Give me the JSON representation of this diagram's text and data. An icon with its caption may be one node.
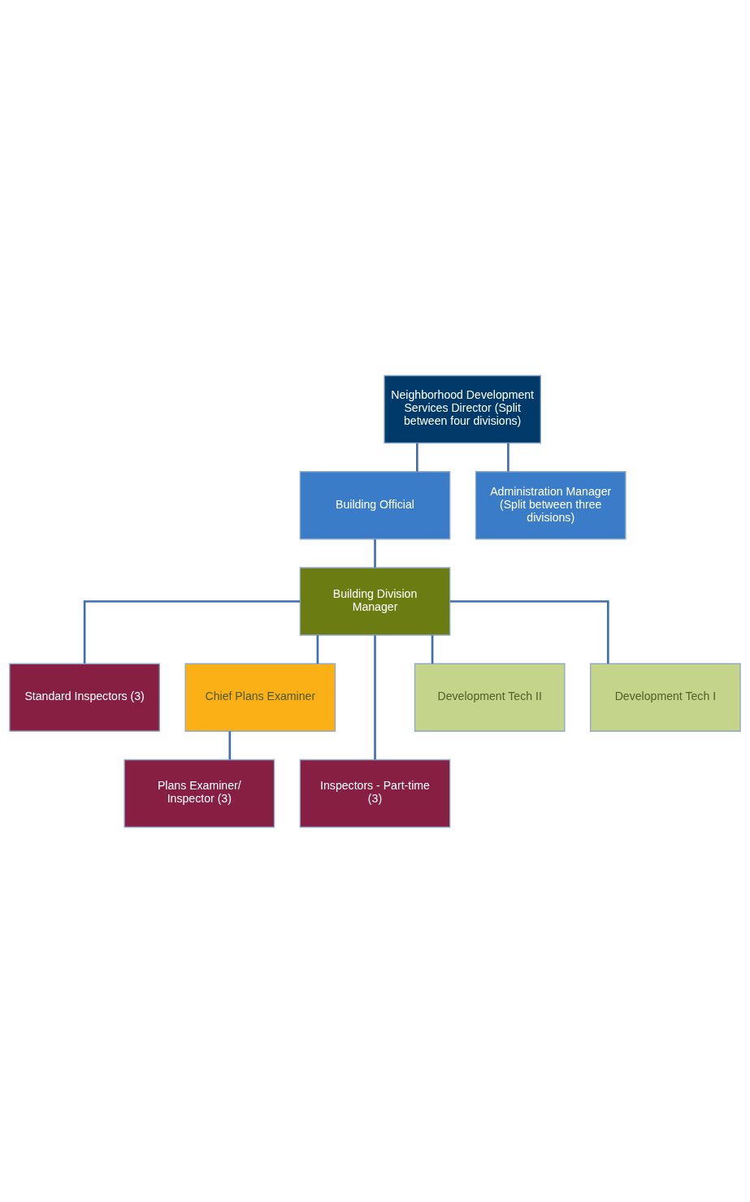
{
  "diagram": {
    "nodes": [
      {
        "text": [
          "Neighborhood Development Services Director (Split between four divisions)"
        ]
      },
      {
        "text": [
          "Building Official"
        ]
      },
      {
        "text": [
          "Administration Manager (Split between three divisions)"
        ]
      },
      {
        "text": [
          "Building Division Manager"
        ]
      },
      {
        "text": [
          "Standard Inspectors (3)"
        ]
      },
      {
        "text": [
          "Chief Plans Examiner"
        ]
      },
      {
        "text": [
          "Plans Examiner/ Inspector (3)"
        ]
      },
      {
        "text": [
          "Inspectors - Part-time (3)"
        ]
      },
      {
        "text": [
          "Development Tech II"
        ]
      },
      {
        "text": [
          "Development Tech I"
        ]
      }
    ],
    "edges": [
      {
        "from": 0,
        "to": 1,
        "arrow": "none"
      },
      {
        "from": 0,
        "to": 2,
        "arrow": "none"
      },
      {
        "from": 1,
        "to": 3,
        "arrow": "none"
      },
      {
        "from": 3,
        "to": 4,
        "arrow": "none"
      },
      {
        "from": 3,
        "to": 5,
        "arrow": "none"
      },
      {
        "from": 5,
        "to": 6,
        "arrow": "none"
      },
      {
        "from": 3,
        "to": 7,
        "arrow": "none"
      },
      {
        "from": 3,
        "to": 8,
        "arrow": "none"
      },
      {
        "from": 3,
        "to": 9,
        "arrow": "none"
      }
    ]
  }
}
